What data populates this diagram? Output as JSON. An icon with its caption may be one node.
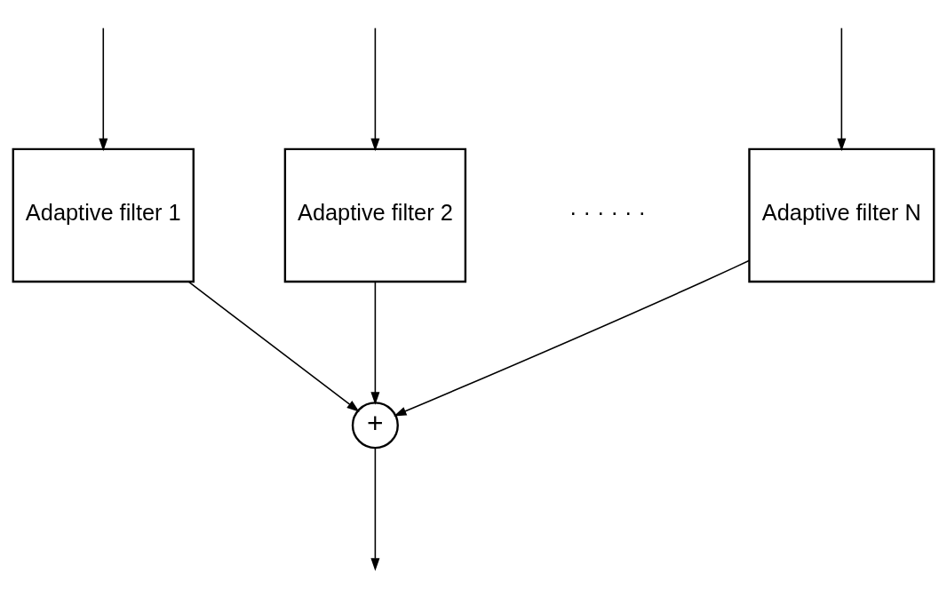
{
  "diagram": {
    "nodes": [
      {
        "text": [
          "Adaptive filter 1"
        ]
      },
      {
        "text": [
          "Adaptive filter 2"
        ]
      },
      {
        "text": [
          "Adaptive filter N"
        ]
      },
      {
        "text": [
          "+"
        ]
      }
    ],
    "edges": [
      {
        "from": null,
        "to": 0,
        "arrow": "to"
      },
      {
        "from": null,
        "to": 1,
        "arrow": "to"
      },
      {
        "from": null,
        "to": 2,
        "arrow": "to"
      },
      {
        "from": 0,
        "to": 3,
        "arrow": "to"
      },
      {
        "from": 1,
        "to": 3,
        "arrow": "to"
      },
      {
        "from": 2,
        "to": 3,
        "arrow": "to"
      },
      {
        "from": 3,
        "to": null,
        "arrow": "to"
      }
    ],
    "labels": [
      "· · · · · ·"
    ]
  }
}
